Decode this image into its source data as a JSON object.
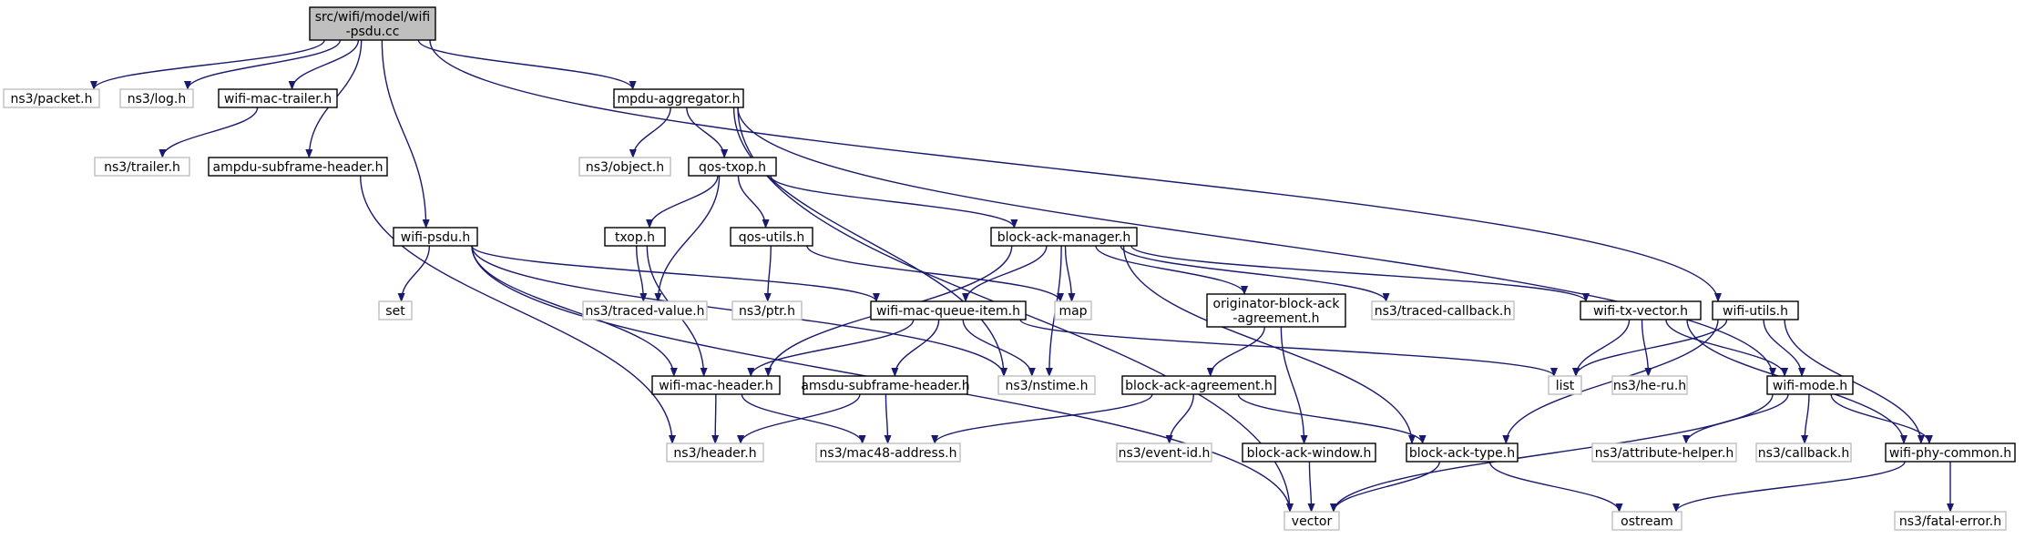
{
  "colors": {
    "edge": "#191970",
    "root_fill": "#bfbfbf",
    "root_border": "#000000",
    "node_border": "#000000",
    "external_border": "#bfbfbf",
    "background": "#ffffff"
  },
  "nodes": {
    "root": [
      "src/wifi/model/wifi",
      "-psdu.cc"
    ],
    "packet": "ns3/packet.h",
    "log": "ns3/log.h",
    "trailer": "wifi-mac-trailer.h",
    "mpdu_agg": "mpdu-aggregator.h",
    "ns3trailer": "ns3/trailer.h",
    "ampdu": "ampdu-subframe-header.h",
    "object": "ns3/object.h",
    "qos_txop": "qos-txop.h",
    "wifi_psdu": "wifi-psdu.h",
    "txop": "txop.h",
    "qos_utils": "qos-utils.h",
    "bam": "block-ack-manager.h",
    "set": "set",
    "traced_value": "ns3/traced-value.h",
    "ptr": "ns3/ptr.h",
    "wmqi": "wifi-mac-queue-item.h",
    "map": "map",
    "obaa": [
      "originator-block-ack",
      "-agreement.h"
    ],
    "traced_cb": "ns3/traced-callback.h",
    "txvec": "wifi-tx-vector.h",
    "wutils": "wifi-utils.h",
    "wmh": "wifi-mac-header.h",
    "amsdu": "amsdu-subframe-header.h",
    "nstime": "ns3/nstime.h",
    "baa": "block-ack-agreement.h",
    "list": "list",
    "heru": "ns3/he-ru.h",
    "wmode": "wifi-mode.h",
    "header": "ns3/header.h",
    "mac48": "ns3/mac48-address.h",
    "eventid": "ns3/event-id.h",
    "baw": "block-ack-window.h",
    "batype": "block-ack-type.h",
    "attr": "ns3/attribute-helper.h",
    "callback": "ns3/callback.h",
    "wpc": "wifi-phy-common.h",
    "vector": "vector",
    "ostream": "ostream",
    "fatal": "ns3/fatal-error.h"
  },
  "edges": [
    [
      "root",
      "packet"
    ],
    [
      "root",
      "log"
    ],
    [
      "root",
      "trailer"
    ],
    [
      "root",
      "mpdu_agg"
    ],
    [
      "root",
      "ampdu"
    ],
    [
      "root",
      "wifi_psdu"
    ],
    [
      "root",
      "wutils"
    ],
    [
      "trailer",
      "ns3trailer"
    ],
    [
      "mpdu_agg",
      "object"
    ],
    [
      "mpdu_agg",
      "qos_txop"
    ],
    [
      "mpdu_agg",
      "vector"
    ],
    [
      "mpdu_agg",
      "nstime"
    ],
    [
      "mpdu_agg",
      "wmode"
    ],
    [
      "ampdu",
      "header"
    ],
    [
      "qos_txop",
      "txop"
    ],
    [
      "qos_txop",
      "qos_utils"
    ],
    [
      "qos_txop",
      "bam"
    ],
    [
      "qos_txop",
      "traced_value"
    ],
    [
      "wifi_psdu",
      "set"
    ],
    [
      "wifi_psdu",
      "wmqi"
    ],
    [
      "wifi_psdu",
      "wmh"
    ],
    [
      "wifi_psdu",
      "nstime"
    ],
    [
      "wifi_psdu",
      "vector"
    ],
    [
      "txop",
      "traced_value"
    ],
    [
      "txop",
      "wmh"
    ],
    [
      "qos_utils",
      "ptr"
    ],
    [
      "qos_utils",
      "map"
    ],
    [
      "bam",
      "wmqi"
    ],
    [
      "bam",
      "map"
    ],
    [
      "bam",
      "obaa"
    ],
    [
      "bam",
      "traced_cb"
    ],
    [
      "bam",
      "txvec"
    ],
    [
      "bam",
      "wmh"
    ],
    [
      "bam",
      "nstime"
    ],
    [
      "bam",
      "batype"
    ],
    [
      "wmqi",
      "wmh"
    ],
    [
      "wmqi",
      "amsdu"
    ],
    [
      "wmqi",
      "nstime"
    ],
    [
      "wmqi",
      "list"
    ],
    [
      "obaa",
      "baa"
    ],
    [
      "obaa",
      "baw"
    ],
    [
      "txvec",
      "list"
    ],
    [
      "txvec",
      "heru"
    ],
    [
      "txvec",
      "wmode"
    ],
    [
      "txvec",
      "wpc"
    ],
    [
      "wutils",
      "list"
    ],
    [
      "wutils",
      "wmode"
    ],
    [
      "wutils",
      "wpc"
    ],
    [
      "wutils",
      "batype"
    ],
    [
      "wmh",
      "header"
    ],
    [
      "wmh",
      "mac48"
    ],
    [
      "amsdu",
      "header"
    ],
    [
      "amsdu",
      "mac48"
    ],
    [
      "baa",
      "mac48"
    ],
    [
      "baa",
      "eventid"
    ],
    [
      "baa",
      "batype"
    ],
    [
      "baw",
      "vector"
    ],
    [
      "wmode",
      "attr"
    ],
    [
      "wmode",
      "callback"
    ],
    [
      "wmode",
      "wpc"
    ],
    [
      "wmode",
      "vector"
    ],
    [
      "batype",
      "vector"
    ],
    [
      "batype",
      "ostream"
    ],
    [
      "wpc",
      "ostream"
    ],
    [
      "wpc",
      "fatal"
    ]
  ]
}
